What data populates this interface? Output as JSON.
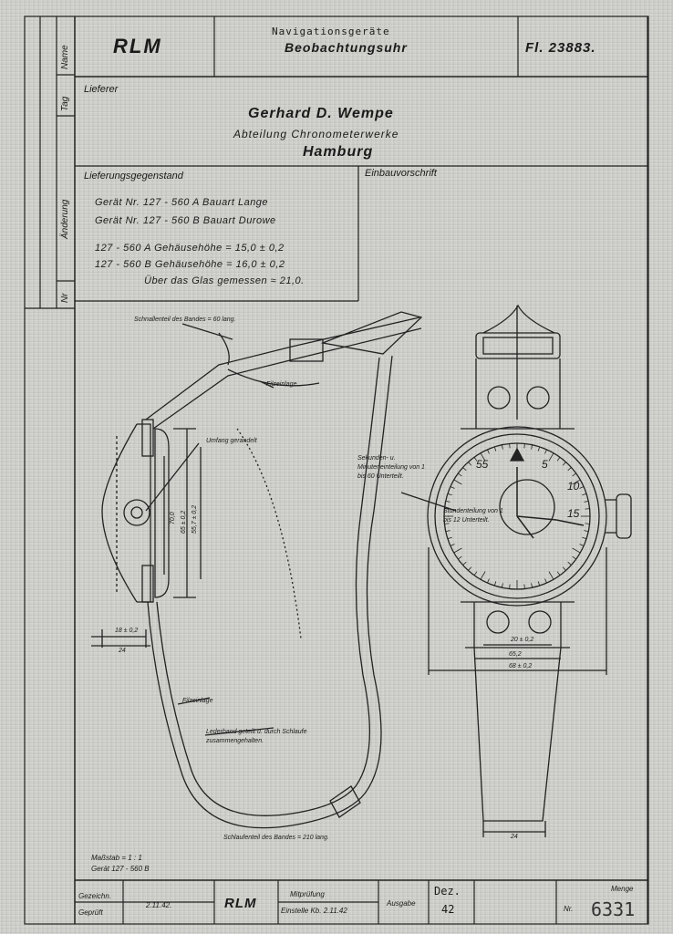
{
  "header": {
    "authority": "RLM",
    "category": "Navigationsgeräte",
    "title": "Beobachtungsuhr",
    "drawing_number": "Fl. 23883."
  },
  "sidebar": {
    "name": "Name",
    "tag": "Tag",
    "aenderung": "Änderung",
    "nr": "Nr"
  },
  "supplier": {
    "label": "Lieferer",
    "company": "Gerhard D. Wempe",
    "department": "Abteilung Chronometerwerke",
    "city": "Hamburg"
  },
  "delivery": {
    "label": "Lieferungsgegenstand",
    "line1": "Gerät Nr. 127 - 560 A Bauart Lange",
    "line2": "Gerät Nr. 127 - 560 B Bauart Durowe",
    "line3": "127 - 560 A Gehäusehöhe = 15,0 ± 0,2",
    "line4": "127 - 560 B Gehäusehöhe = 16,0 ± 0,2",
    "line5": "Über das Glas gemessen ≈ 21,0."
  },
  "install": {
    "label": "Einbauvorschrift"
  },
  "annotations": {
    "strap_short": "Schnallenteil des Bandes = 60 lang.",
    "felt1": "Filzeinlage",
    "knurled": "Umfang gerandelt",
    "seconds": "Sekunden- u. Minuteneinteilung von 1 bis 60 Unterteilt.",
    "hours": "Stundenteilung von 1 bis 12 Unterteilt.",
    "felt2": "Filzeinlage",
    "leather": "Lederband geteilt u. durch Schlaufe zusammengehalten.",
    "strap_long": "Schlaufenteil des Bandes = 210 lang."
  },
  "dial": {
    "n55": "55",
    "n5": "5",
    "n10": "10",
    "n15": "15"
  },
  "dimensions": {
    "d70": "70,0",
    "d65": "65 ± 0,2",
    "d55": "55,7 ± 0,2",
    "d18": "18 ± 0,2",
    "d24a": "24",
    "d20": "20 ± 0,2",
    "d652": "65,2",
    "d682": "68 ± 0,2",
    "d24b": "24"
  },
  "footer": {
    "scale": "Maßstab = 1 : 1",
    "device": "Gerät 127 - 560 B",
    "drawn": "Gezeichn.",
    "checked": "Geprüft",
    "date": "2.11.42.",
    "rlm": "RLM",
    "mitpruefung": "Mitprüfung",
    "einstellung": "Einstelle Kb. 2.11.42",
    "ausgabe": "Ausgabe",
    "dez": "Dez.",
    "dez_num": "42",
    "nr": "Nr.",
    "sheet_number": "6331",
    "menge": "Menge"
  }
}
